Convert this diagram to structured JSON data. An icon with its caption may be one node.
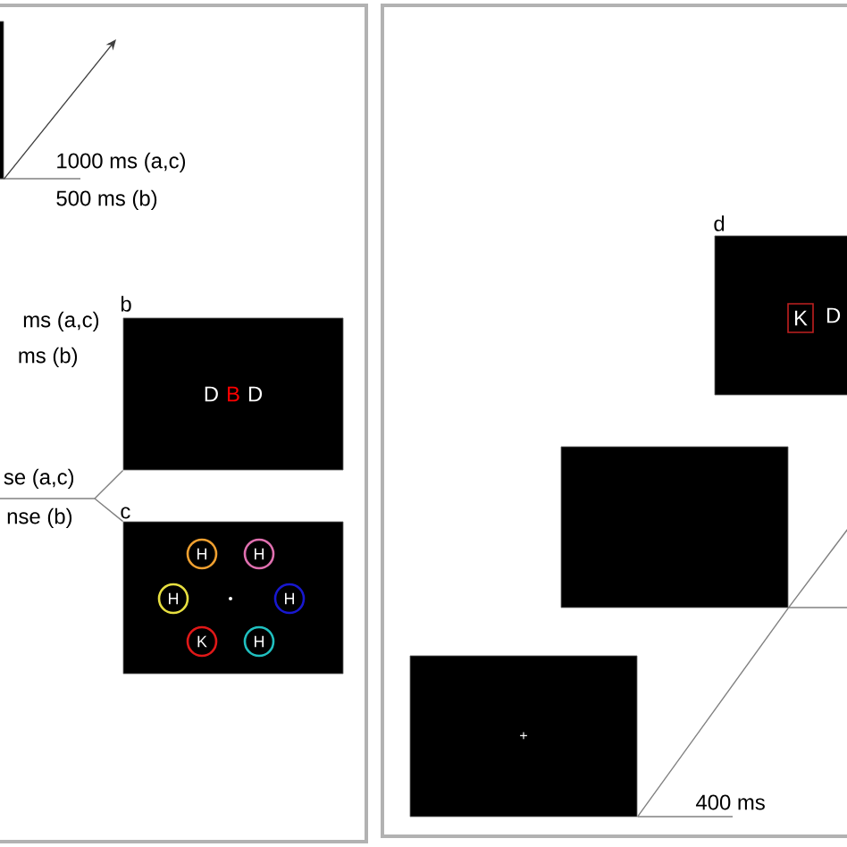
{
  "diagram": {
    "nodes": [
      {
        "text": [],
        "shape": "box",
        "beside": [
          "1000 ms (a,c)",
          "500 ms (b)"
        ]
      },
      {
        "text": [
          "D",
          "B",
          "D"
        ],
        "beside": [
          "b"
        ]
      },
      {
        "text": [],
        "shape": "box",
        "beside": [
          "c"
        ]
      },
      {
        "text": [
          "H"
        ],
        "in": 2
      },
      {
        "text": [
          "H"
        ],
        "in": 2
      },
      {
        "text": [
          "H"
        ],
        "in": 2
      },
      {
        "text": [
          "H"
        ],
        "in": 2
      },
      {
        "text": [
          "K"
        ],
        "in": 2
      },
      {
        "text": [
          "H"
        ],
        "in": 2
      },
      {
        "text": [
          "D"
        ],
        "beside": [
          "d"
        ]
      },
      {
        "text": [
          "K"
        ],
        "in": 9
      },
      {
        "text": [],
        "shape": "box"
      },
      {
        "text": [
          "+"
        ],
        "beside": [
          "400 ms"
        ]
      }
    ],
    "edges": [
      {
        "from": 0,
        "to": null,
        "arrow": "to"
      },
      {
        "from": null,
        "to": 1,
        "arrow": "none"
      },
      {
        "from": null,
        "to": 2,
        "arrow": "none"
      },
      {
        "from": 12,
        "to": 11,
        "arrow": "none"
      },
      {
        "from": 11,
        "to": null,
        "arrow": "none"
      }
    ],
    "labels": [
      "ms (a,c)",
      "ms (b)",
      "se (a,c)",
      "nse (b)"
    ]
  }
}
